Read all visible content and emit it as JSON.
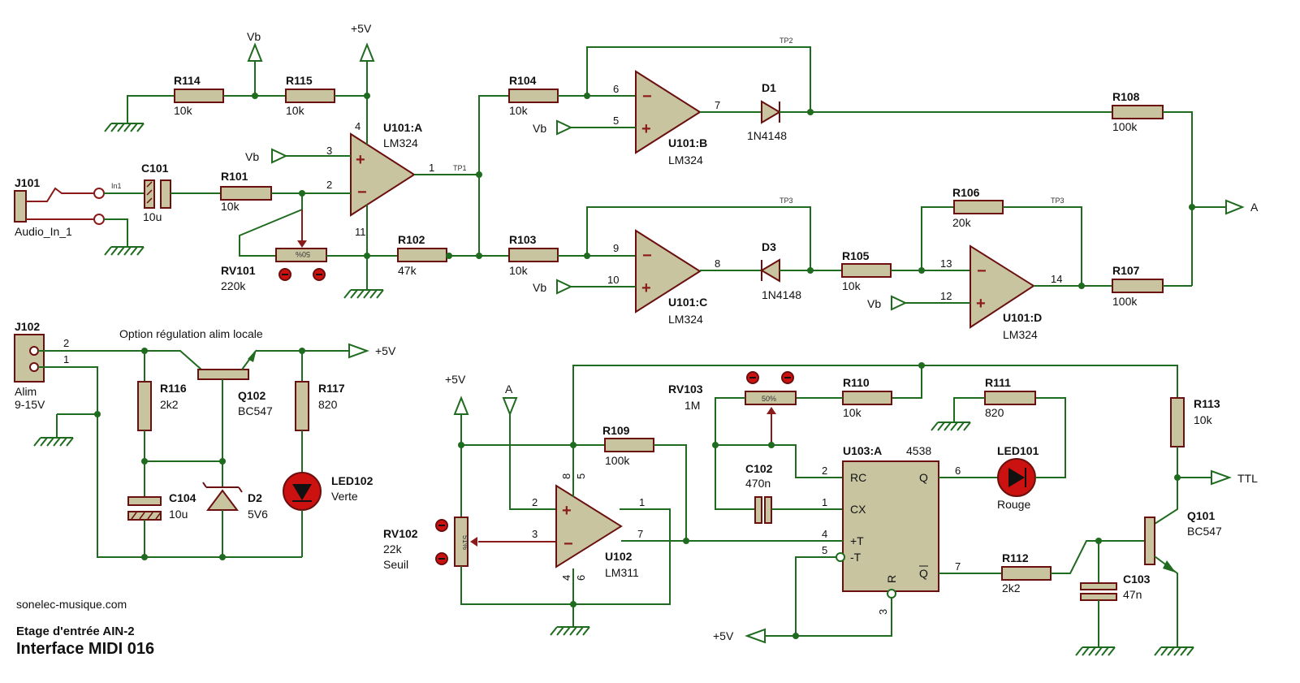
{
  "footer": {
    "site": "sonelec-musique.com",
    "subtitle": "Etage d'entrée AIN-2",
    "title": "Interface MIDI 016"
  },
  "supplies": {
    "vcc": "+5V",
    "vb": "Vb",
    "net_a": "A",
    "out_ttl": "TTL"
  },
  "resistors": {
    "r114": {
      "ref": "R114",
      "val": "10k"
    },
    "r115": {
      "ref": "R115",
      "val": "10k"
    },
    "r101": {
      "ref": "R101",
      "val": "10k"
    },
    "r102": {
      "ref": "R102",
      "val": "47k"
    },
    "r104": {
      "ref": "R104",
      "val": "10k"
    },
    "r103": {
      "ref": "R103",
      "val": "10k"
    },
    "r108": {
      "ref": "R108",
      "val": "100k"
    },
    "r106": {
      "ref": "R106",
      "val": "20k"
    },
    "r105": {
      "ref": "R105",
      "val": "10k"
    },
    "r107": {
      "ref": "R107",
      "val": "100k"
    },
    "r116": {
      "ref": "R116",
      "val": "2k2"
    },
    "r117": {
      "ref": "R117",
      "val": "820"
    },
    "r109": {
      "ref": "R109",
      "val": "100k"
    },
    "r110": {
      "ref": "R110",
      "val": "10k"
    },
    "r111": {
      "ref": "R111",
      "val": "820"
    },
    "r113": {
      "ref": "R113",
      "val": "10k"
    },
    "r112": {
      "ref": "R112",
      "val": "2k2"
    }
  },
  "pots": {
    "rv101": {
      "ref": "RV101",
      "val": "220k",
      "pct": "50%"
    },
    "rv102": {
      "ref": "RV102",
      "val": "22k",
      "note": "Seuil",
      "pct": "51%"
    },
    "rv103": {
      "ref": "RV103",
      "val": "1M",
      "pct": "50%"
    }
  },
  "caps": {
    "c101": {
      "ref": "C101",
      "val": "10u"
    },
    "c104": {
      "ref": "C104",
      "val": "10u"
    },
    "c102": {
      "ref": "C102",
      "val": "470n"
    },
    "c103": {
      "ref": "C103",
      "val": "47n"
    }
  },
  "connectors": {
    "j101": {
      "ref": "J101",
      "val": "Audio_In_1",
      "net": "In1"
    },
    "j102": {
      "ref": "J102",
      "val1": "Alim",
      "val2": "9-15V"
    }
  },
  "semis": {
    "d1": {
      "ref": "D1",
      "val": "1N4148"
    },
    "d3": {
      "ref": "D3",
      "val": "1N4148"
    },
    "d2": {
      "ref": "D2",
      "val": "5V6"
    },
    "q102": {
      "ref": "Q102",
      "val": "BC547"
    },
    "q101": {
      "ref": "Q101",
      "val": "BC547"
    },
    "led102": {
      "ref": "LED102",
      "val": "Verte"
    },
    "led101": {
      "ref": "LED101",
      "val": "Rouge"
    }
  },
  "ics": {
    "u101a": {
      "ref": "U101:A",
      "val": "LM324"
    },
    "u101b": {
      "ref": "U101:B",
      "val": "LM324"
    },
    "u101c": {
      "ref": "U101:C",
      "val": "LM324"
    },
    "u101d": {
      "ref": "U101:D",
      "val": "LM324"
    },
    "u102": {
      "ref": "U102",
      "val": "LM311"
    },
    "u103a": {
      "ref": "U103:A",
      "val": "4538",
      "pin_rc": "RC",
      "pin_cx": "CX",
      "pin_q": "Q",
      "pin_tp": "+T",
      "pin_tm": "-T",
      "pin_r": "R",
      "pin_qbar": "Q"
    }
  },
  "testpoints": {
    "tp1": "TP1",
    "tp2": "TP2",
    "tp3a": "TP3",
    "tp3b": "TP3"
  },
  "notes": {
    "regulation": "Option régulation alim locale"
  },
  "pins": {
    "ua_3": "3",
    "ua_2": "2",
    "ua_1": "1",
    "ua_4": "4",
    "ua_11": "11",
    "ub_6": "6",
    "ub_5": "5",
    "ub_7": "7",
    "uc_9": "9",
    "uc_10": "10",
    "uc_8": "8",
    "ud_13": "13",
    "ud_12": "12",
    "ud_14": "14",
    "j102_2": "2",
    "j102_1": "1",
    "u102_2": "2",
    "u102_3": "3",
    "u102_1": "1",
    "u102_7": "7",
    "u102_8": "8",
    "u102_5": "5",
    "u102_4": "4",
    "u102_6": "6",
    "u103_2": "2",
    "u103_1": "1",
    "u103_4": "4",
    "u103_5": "5",
    "u103_6": "6",
    "u103_7": "7",
    "u103_3": "3"
  }
}
